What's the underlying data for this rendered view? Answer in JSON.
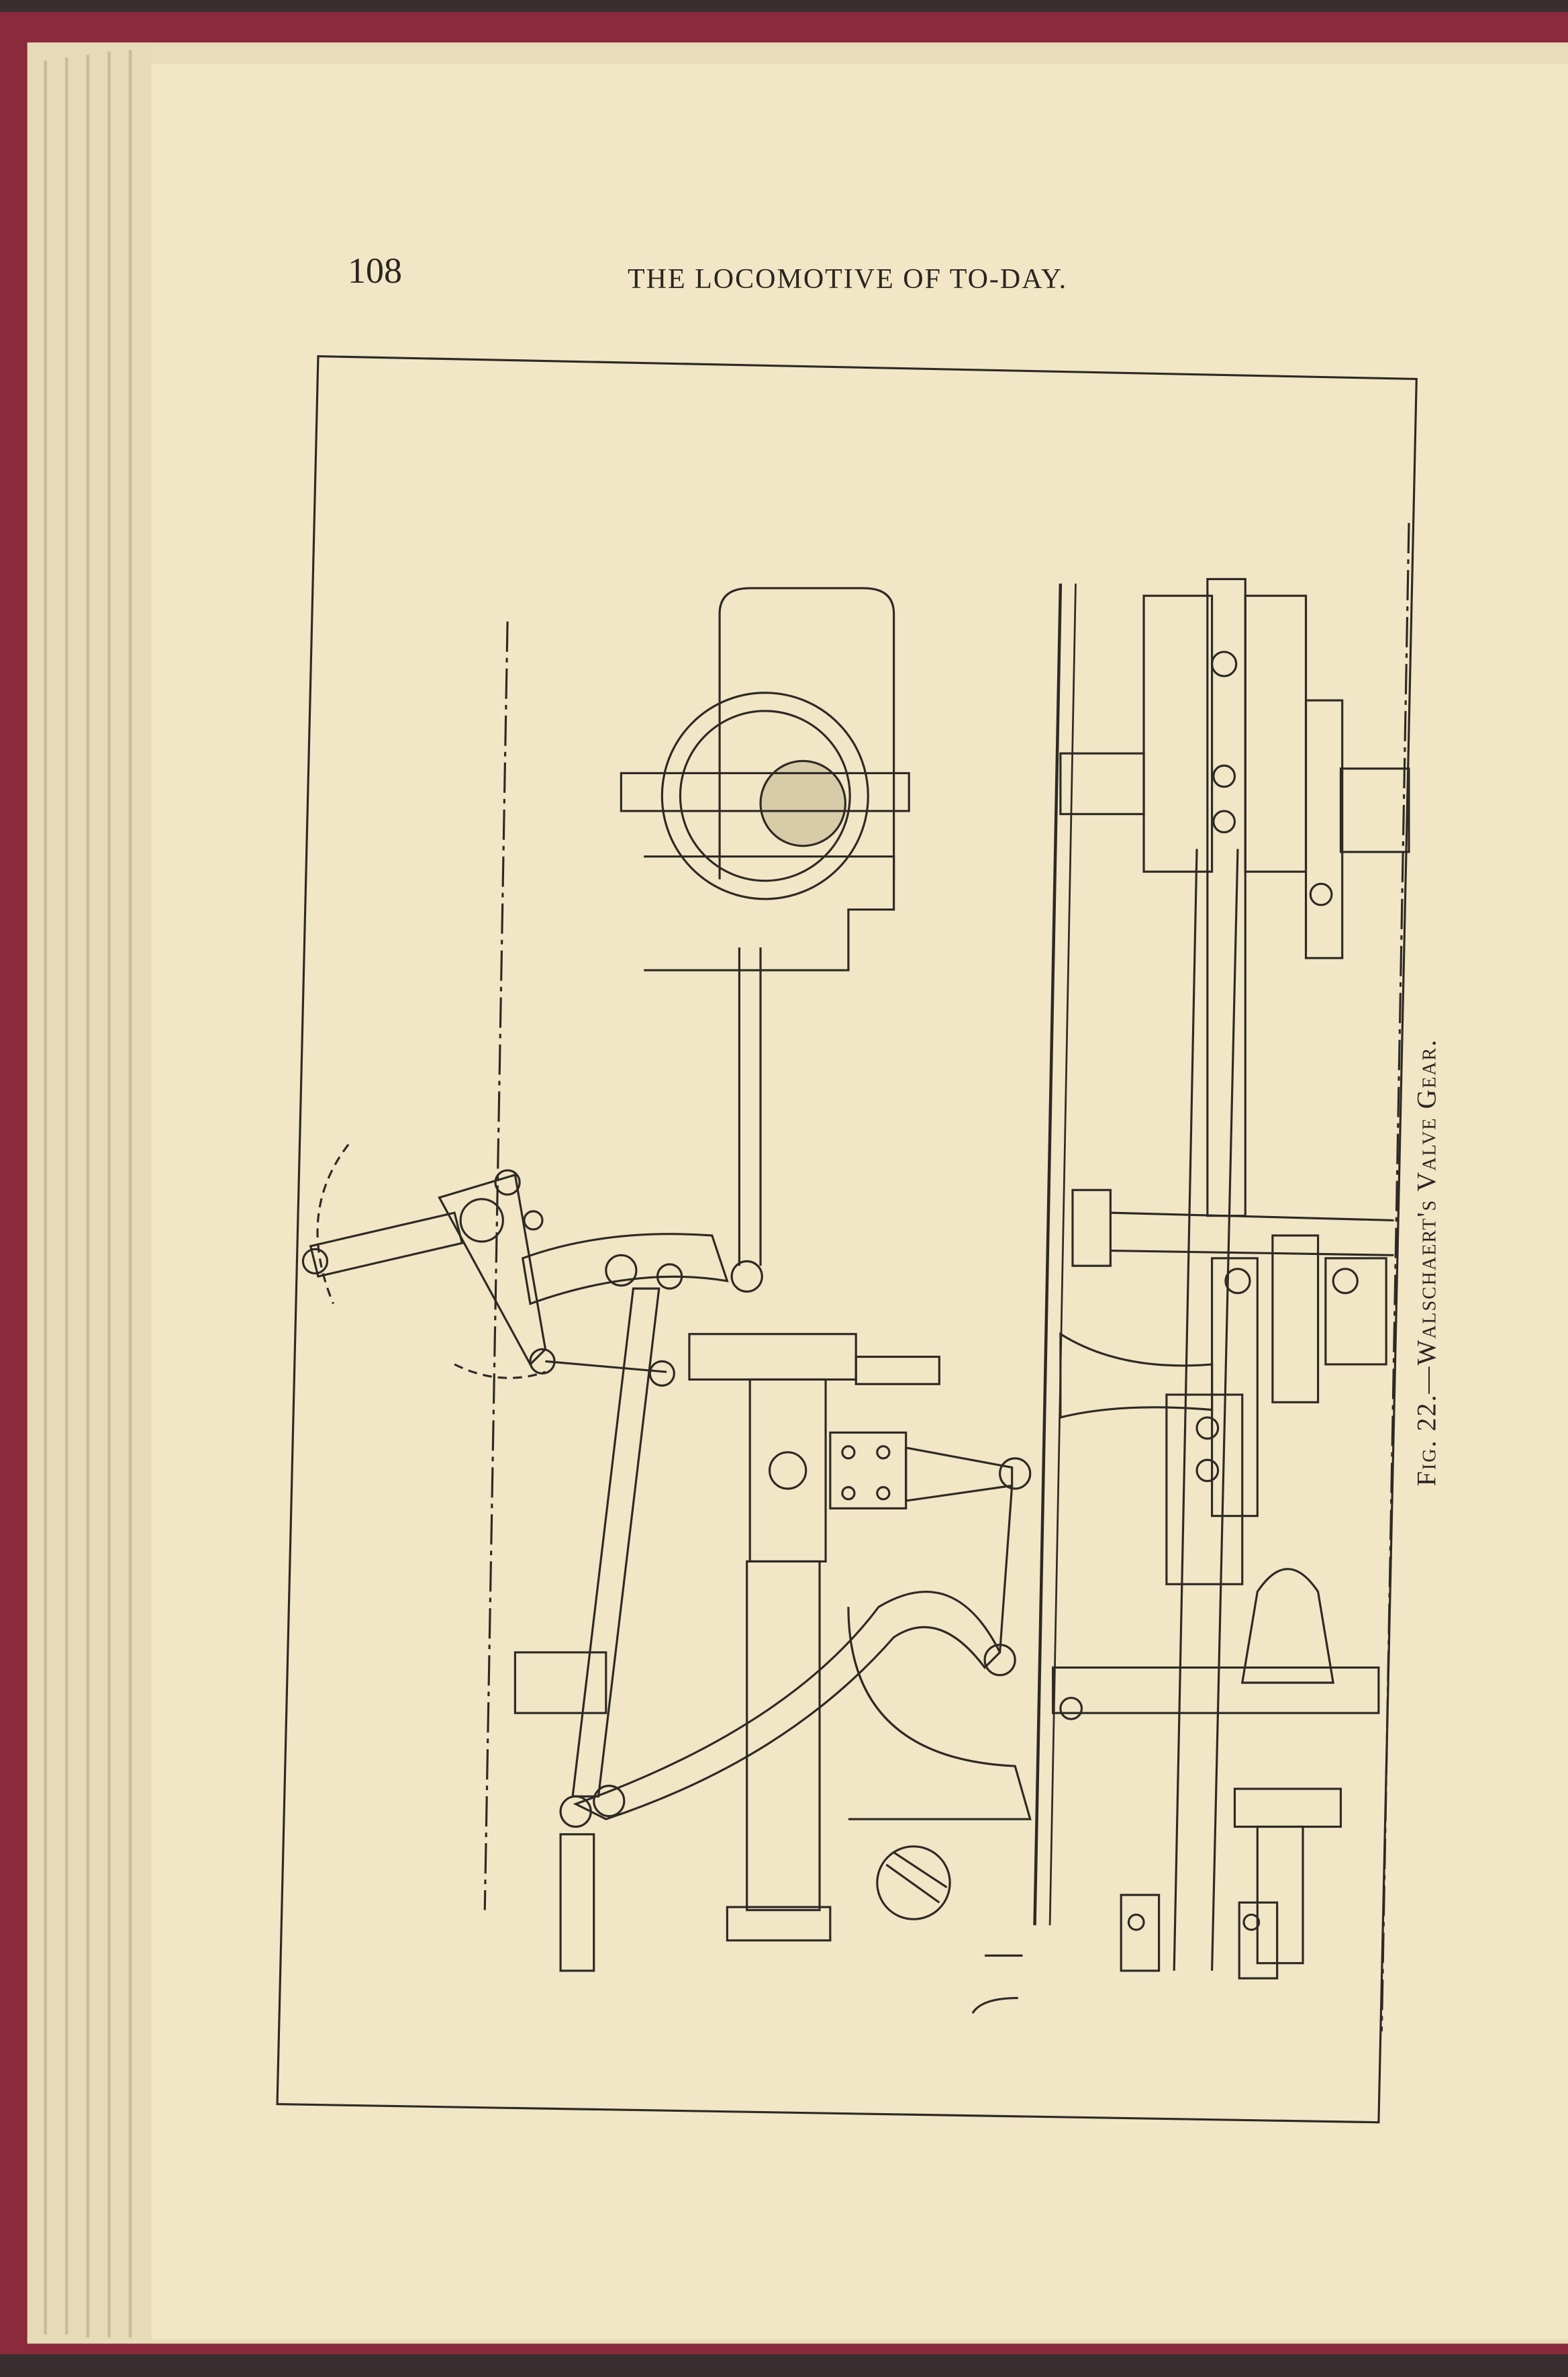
{
  "page": {
    "page_number": "108",
    "running_head": "THE LOCOMOTIVE OF TO-DAY.",
    "figure": {
      "caption": "Fig. 22.—Walschaert's Valve Gear."
    }
  },
  "colors": {
    "paper": "#f1e6c6",
    "ink": "#2a2620",
    "cover": "#8a2a3a"
  }
}
